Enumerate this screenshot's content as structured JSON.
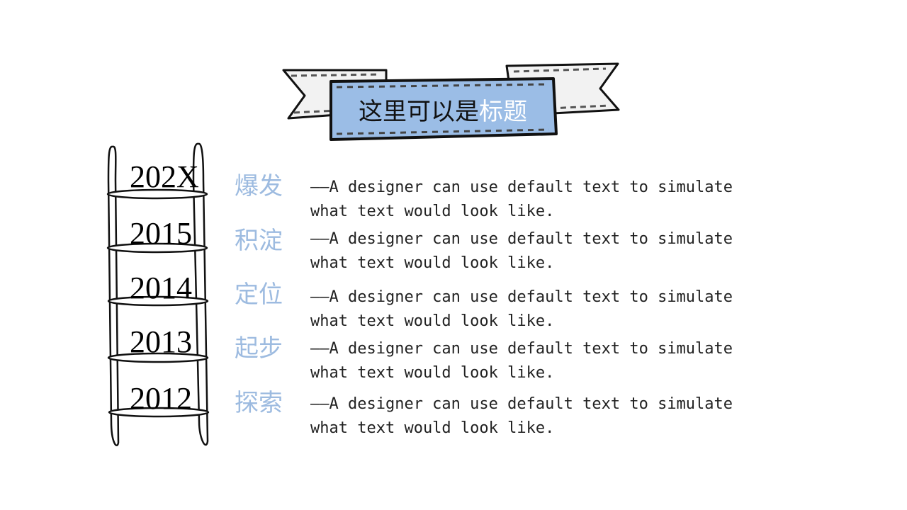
{
  "title": {
    "dark": "这里可以是",
    "light": "标题"
  },
  "colors": {
    "accent": "#9dbbe0",
    "banner_fill": "#9bbde6",
    "ribbon_fill": "#f2f2f2",
    "ink": "#111111"
  },
  "timeline": [
    {
      "year": "202X",
      "stage": "爆发",
      "text": "——A designer can use default text to simulate what text would look like."
    },
    {
      "year": "2015",
      "stage": "积淀",
      "text": "——A designer can use default text to simulate what text would look like."
    },
    {
      "year": "2014",
      "stage": "定位",
      "text": "——A designer can use default text to simulate what text would look like."
    },
    {
      "year": "2013",
      "stage": "起步",
      "text": "——A designer can use default text to simulate what text would look like."
    },
    {
      "year": "2012",
      "stage": "探索",
      "text": "——A designer can use default text to simulate what text would look like."
    }
  ]
}
